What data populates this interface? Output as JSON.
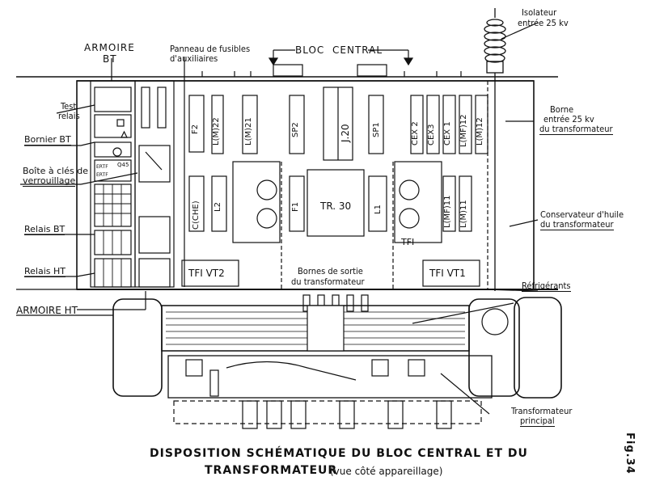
{
  "labels": {
    "armoire_bt_1": "ARMOIRE",
    "armoire_bt_2": "BT",
    "panneau_1": "Panneau de fusibles",
    "panneau_2": "d'auxiliaires",
    "bloc": "BLOC",
    "central": "CENTRAL",
    "isolateur_1": "Isolateur",
    "isolateur_2": "entrée 25 kv",
    "test_1": "Test",
    "test_2": "relais",
    "bornier": "Bornier BT",
    "boite_1": "Boîte à clés de",
    "boite_2": "verrouillage",
    "relais_bt": "Relais BT",
    "relais_ht": "Relais HT",
    "armoire_ht": "ARMOIRE HT",
    "borne_1": "Borne",
    "borne_2": "entrée 25 kv",
    "borne_3": "du transformateur",
    "conservateur_1": "Conservateur d'huile",
    "conservateur_2": "du transformateur",
    "bornes_sortie_1": "Bornes de sortie",
    "bornes_sortie_2": "du transformateur",
    "refrigerants": "Réfrigérants",
    "transfo_1": "Transformateur",
    "transfo_2": "principal",
    "tfi": "TFI"
  },
  "components": {
    "f2": "F2",
    "lm22": "L(M)22",
    "lm21": "L(M)21",
    "sp2": "SP2",
    "j20": "J.20",
    "sp1": "SP1",
    "cex2": "CEX 2",
    "cex3": "CEX3",
    "cex1": "CEX 1",
    "lmf12": "L(MF)12",
    "lm12": "L(M)12",
    "cche": "C(CHE)",
    "l2": "L2",
    "f1": "F1",
    "tr30": "TR. 30",
    "l1": "L1",
    "lmf11": "L(MF)11",
    "lm11": "L(M)11",
    "tfi_vt2": "TFI VT2",
    "tfi_vt1": "TFI VT1",
    "ertf_1": "ERTF",
    "ertf_2": "ERTF",
    "q45": "Q45"
  },
  "title": {
    "line1": "DISPOSITION SCHÉMATIQUE DU BLOC CENTRAL ET DU",
    "line2_a": "TRANSFORMATEUR",
    "line2_b": "(vue côté appareillage)",
    "fig": "Fig.34"
  }
}
